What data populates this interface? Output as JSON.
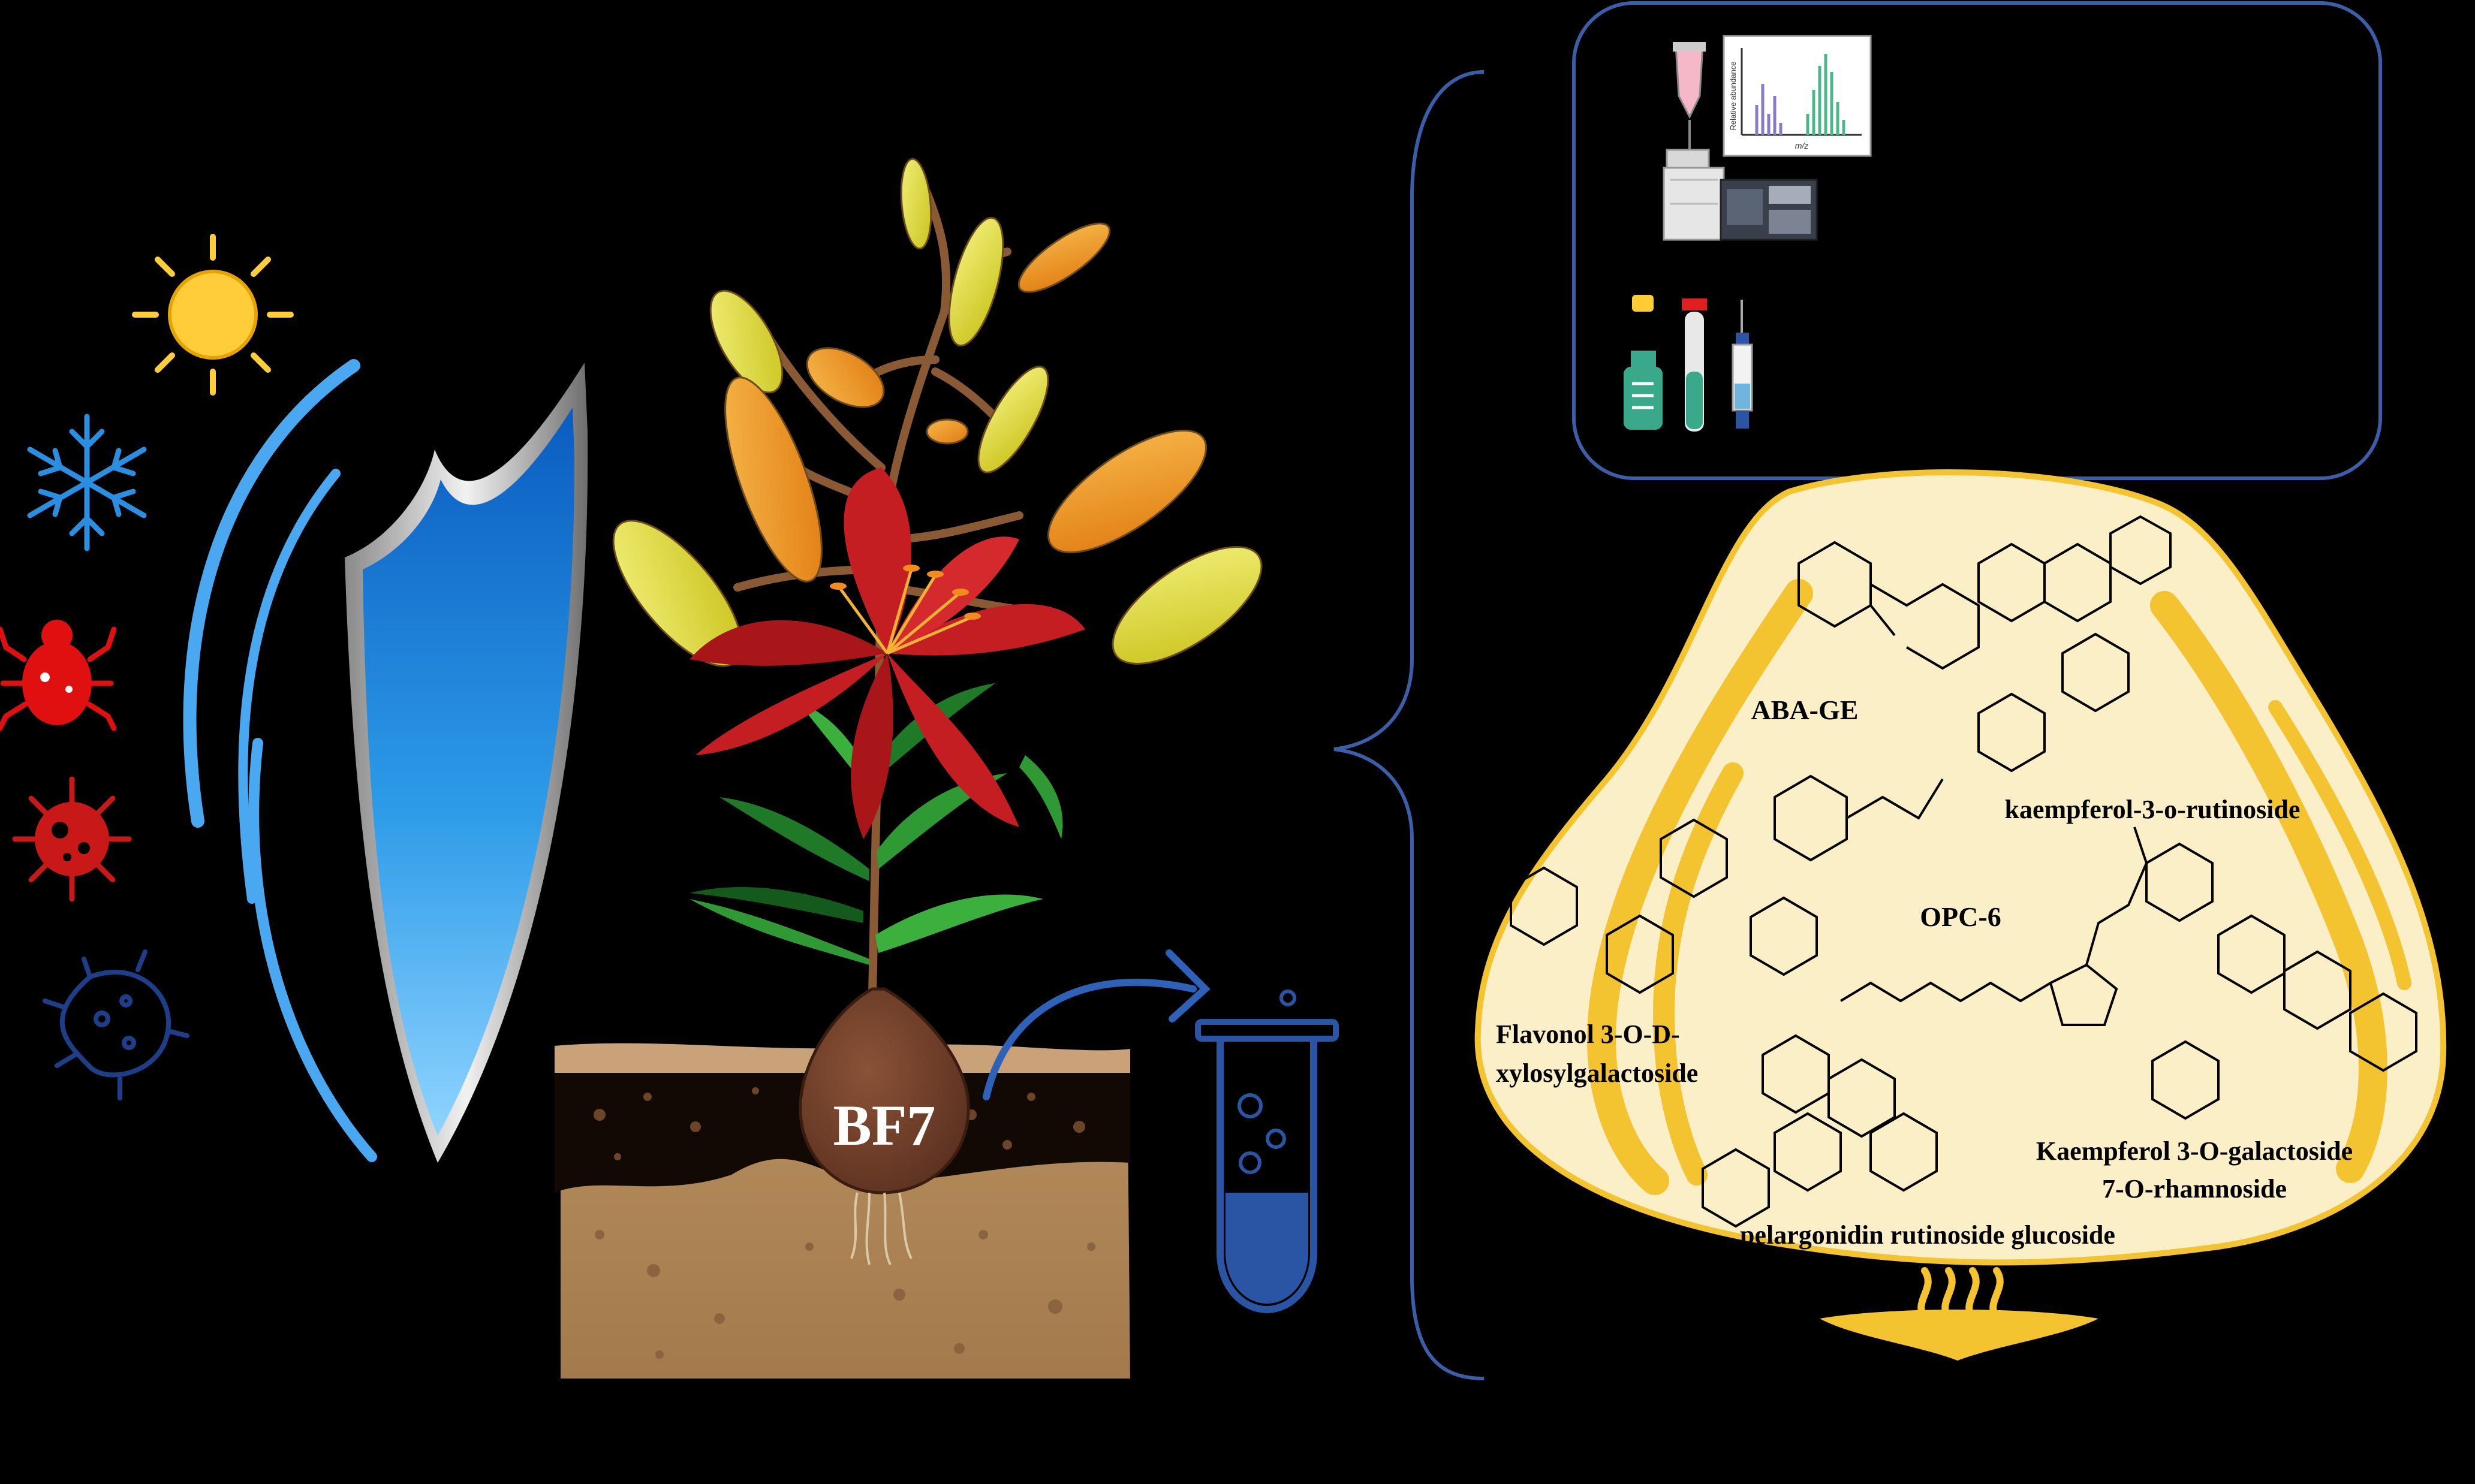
{
  "bulb_label": "BF7",
  "compounds": {
    "aba_ge": "ABA-GE",
    "kaempferol_rutinoside": "kaempferol-3-o-rutinoside",
    "opc6": "OPC-6",
    "flavonol_line1": "Flavonol 3-O-D-",
    "flavonol_line2": "xylosylgalactoside",
    "kaemp_gal_line1": "Kaempferol 3-O-galactoside",
    "kaemp_gal_line2": "7-O-rhamnoside",
    "pelargonidin": "pelargonidin rutinoside glucoside"
  },
  "ms_panel": {
    "ylabel": "Relative abundance",
    "xlabel": "m/z"
  },
  "icons": [
    "sun-icon",
    "snowflake-icon",
    "mite-icon",
    "virus-icon",
    "bacterium-icon",
    "shield-icon",
    "lily-plant",
    "test-tube-icon",
    "lc-ms-instrument-icon",
    "medicine-bottle-icon",
    "syringe-icon",
    "bulb-cross-section"
  ],
  "colors": {
    "background": "#000000",
    "shield_blue": "#1e88e5",
    "pest_red": "#e01010",
    "bulb_fill": "#fbefc8",
    "bulb_stripe": "#f4c430",
    "panel_border": "#3a5fa8",
    "flower_red": "#c41e22"
  }
}
